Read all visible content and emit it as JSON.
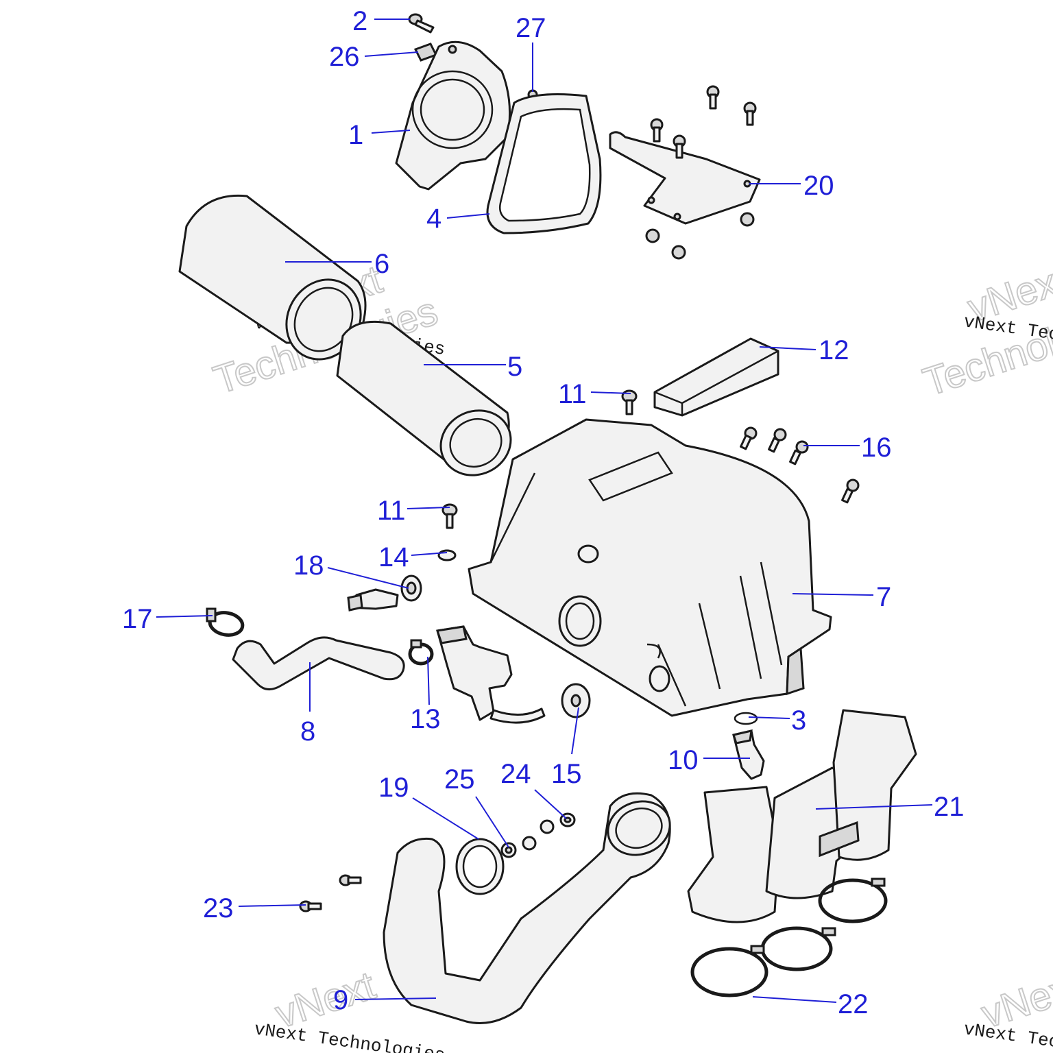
{
  "watermark": {
    "small_text": "vNext Technologies",
    "big_line1": "vNext",
    "big_line2": "Technologies"
  },
  "callouts": {
    "c1": "1",
    "c2": "2",
    "c3": "3",
    "c4": "4",
    "c5": "5",
    "c6": "6",
    "c7": "7",
    "c8": "8",
    "c9": "9",
    "c10": "10",
    "c11a": "11",
    "c11b": "11",
    "c12": "12",
    "c13": "13",
    "c14": "14",
    "c15": "15",
    "c16": "16",
    "c17": "17",
    "c18": "18",
    "c19": "19",
    "c20": "20",
    "c21": "21",
    "c22": "22",
    "c23": "23",
    "c24": "24",
    "c25": "25",
    "c26": "26",
    "c27": "27"
  },
  "colors": {
    "callout": "#1f1fd6",
    "line_art": "#1a1a1a",
    "part_fill": "#f2f2f2"
  }
}
